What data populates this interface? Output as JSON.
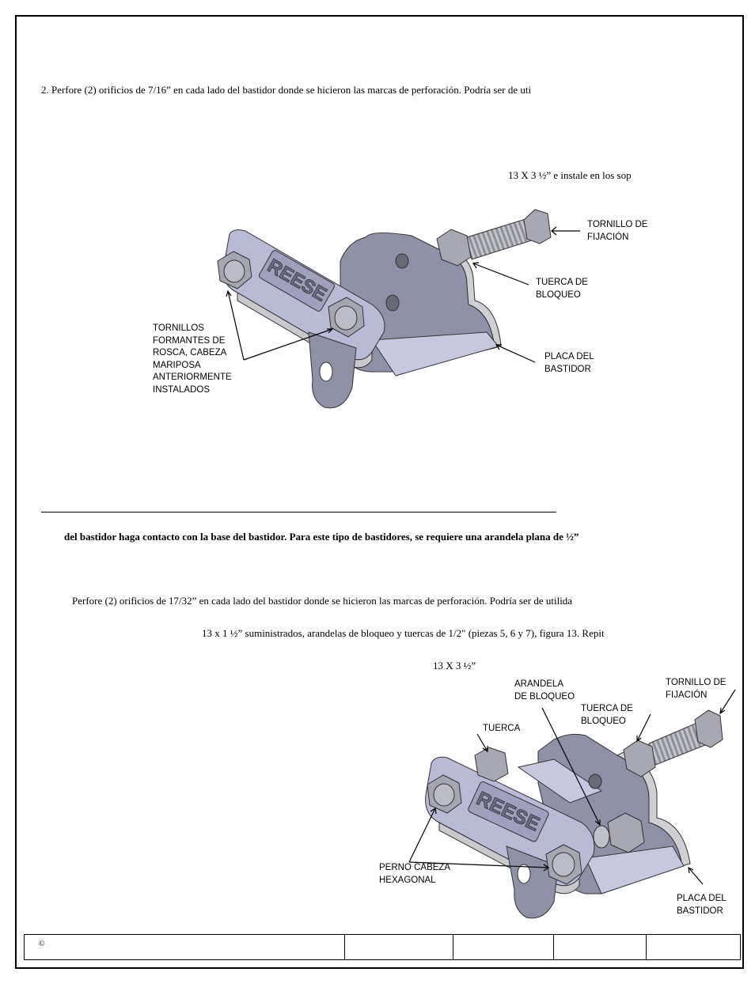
{
  "step2_text": "2.  Perfore (2) orificios de 7/16” en cada lado del bastidor donde se hicieron las marcas de perforación.   Podría ser de uti",
  "bolt_size_text_1": "13 X 3 ½” e instale en los sop",
  "figure1": {
    "brand": "REESE",
    "labels": {
      "mounting_bolt": "TORNILLO DE\nFIJACIÓN",
      "lock_nut": "TUERCA DE\nBLOQUEO",
      "thread_screws": "TORNILLOS\nFORMANTES DE\nROSCA, CABEZA\nMARIPOSA\nANTERIORMENTE\nINSTALADOS",
      "frame_plate": "PLACA DEL\nBASTIDOR"
    }
  },
  "bold_note": "del bastidor haga contacto con la base del bastidor.   Para este tipo de bastidores, se requiere una arandela plana de ½”",
  "drill_text": "Perfore (2) orificios de 17/32” en cada lado del bastidor donde se hicieron las marcas de perforación.  Podría ser de utilida",
  "bolts_text": "13 x 1 ½”  suministrados, arandelas de bloqueo y tuercas de 1/2\" (piezas 5, 6 y 7), figura 13. Repit",
  "bolt_size_text_2": "13 X 3 ½”",
  "figure2": {
    "brand": "REESE",
    "labels": {
      "lock_washer": "ARANDELA\nDE BLOQUEO",
      "mounting_bolt": "TORNILLO DE\nFIJACIÓN",
      "lock_nut": "TUERCA DE\nBLOQUEO",
      "nut": "TUERCA",
      "hex_bolt": "PERNO CABEZA\nHEXAGONAL",
      "frame_plate": "PLACA DEL\nBASTIDOR"
    }
  },
  "footer": {
    "copyright": "©"
  },
  "colors": {
    "steel": "#b7b9d4",
    "steel_dark": "#8c8ea8",
    "side": "#c8c8cc",
    "bolt": "#9a9aa6"
  }
}
